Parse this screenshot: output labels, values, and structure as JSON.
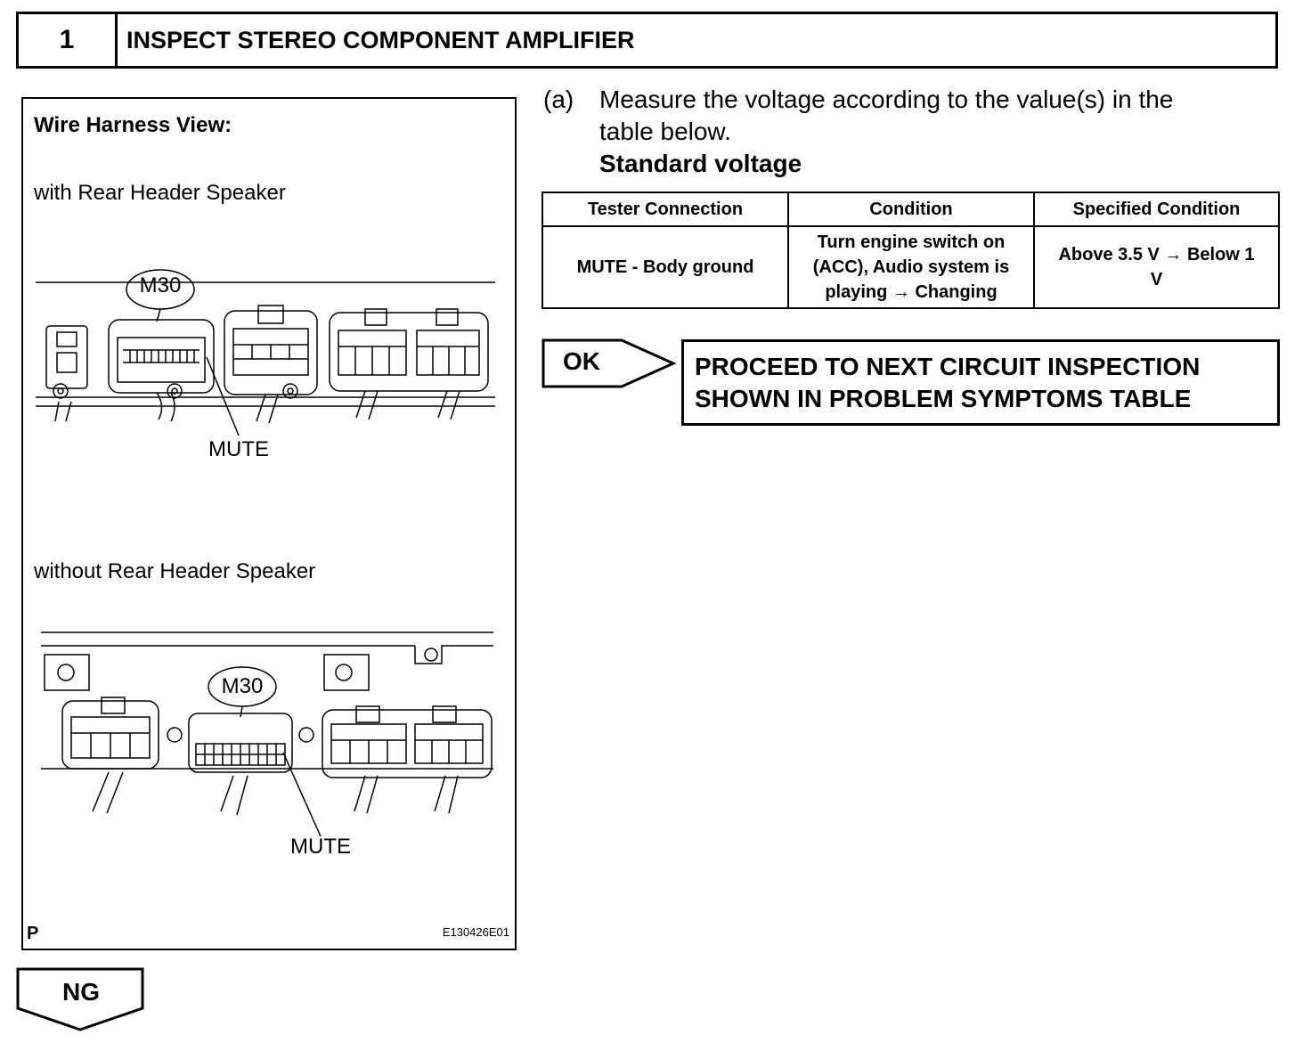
{
  "header": {
    "step_number": "1",
    "title": "INSPECT STEREO COMPONENT AMPLIFIER"
  },
  "illustration": {
    "heading": "Wire Harness View:",
    "view1_label": "with Rear Header Speaker",
    "view2_label": "without Rear Header Speaker",
    "connector_label": "M30",
    "terminal_label": "MUTE",
    "corner_mark": "P",
    "figure_code": "E130426E01"
  },
  "step_a": {
    "marker": "(a)",
    "line1": "Measure the voltage according to the value(s) in the",
    "line2": "table below.",
    "standard_heading": "Standard voltage"
  },
  "spec_table": {
    "headers": [
      "Tester Connection",
      "Condition",
      "Specified Condition"
    ],
    "rows": [
      {
        "tester_connection": "MUTE - Body ground",
        "condition_l1": "Turn engine switch on",
        "condition_l2": "(ACC), Audio system is",
        "condition_l3": "playing → Changing",
        "specified_l1": "Above 3.5 V → Below 1",
        "specified_l2": "V"
      }
    ]
  },
  "results": {
    "ok_label": "OK",
    "ok_line1": "PROCEED TO NEXT CIRCUIT INSPECTION",
    "ok_line2": "SHOWN IN PROBLEM SYMPTOMS TABLE",
    "ng_label": "NG"
  }
}
